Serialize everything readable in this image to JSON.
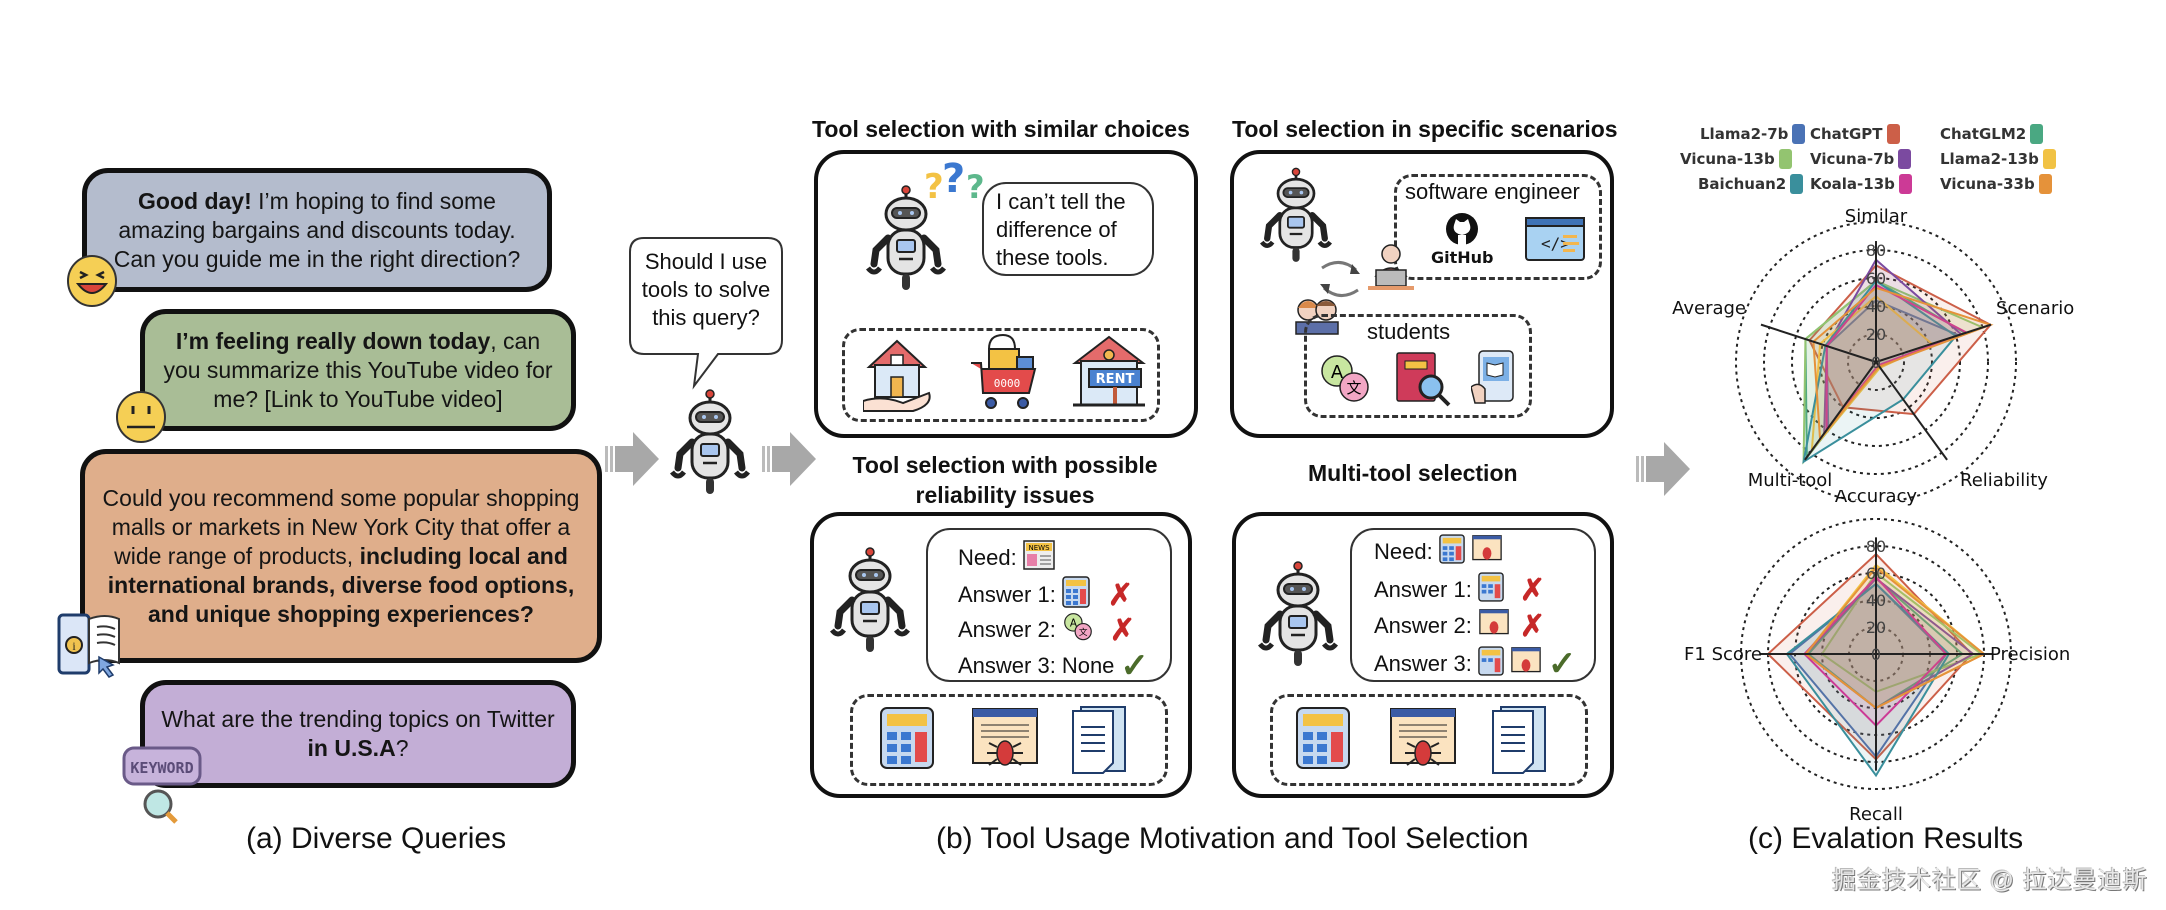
{
  "section_a": {
    "caption": "(a) Diverse Queries",
    "queries": [
      {
        "bold": "Good day!",
        "text": " I’m hoping to find some amazing bargains and discounts today. Can you guide me in the right direction?",
        "color": "#b4bccd",
        "icon": "laughing-face-icon"
      },
      {
        "bold": "I’m feeling really down today",
        "text": ", can you summarize this YouTube video for me? [Link to YouTube video]",
        "color": "#a9bd96",
        "icon": "neutral-face-icon"
      },
      {
        "pre": "Could you recommend some popular shopping malls or markets in New York City that offer a wide range of products, ",
        "bold": "including local and international brands, diverse food options, and unique shopping experiences?",
        "color": "#dfae8b",
        "icon": "info-document-icon"
      },
      {
        "pre": "What are the trending topics on Twitter ",
        "bold": "in U.S.A",
        "text": "?",
        "color": "#c3aed6",
        "icon": "keyword-search-icon",
        "icon_label": "KEYWORD"
      }
    ]
  },
  "section_b": {
    "caption": "(b) Tool Usage Motivation and Tool Selection",
    "robot_question": "Should I use tools to solve this query?",
    "panels": {
      "similar": {
        "title": "Tool selection with similar choices",
        "speech": "I can’t tell the difference of these tools.",
        "tools": [
          "house-in-hand-icon",
          "shopping-cart-icon",
          "rent-house-icon"
        ],
        "rent_label": "RENT"
      },
      "scenarios": {
        "title": "Tool selection in specific scenarios",
        "groups": [
          {
            "label": "software engineer",
            "tools": [
              "github-icon",
              "code-window-icon"
            ],
            "github_label": "GitHub"
          },
          {
            "label": "students",
            "tools": [
              "translate-icon",
              "book-search-icon",
              "ebook-tablet-icon"
            ]
          }
        ]
      },
      "reliability": {
        "title": "Tool selection with possible reliability issues",
        "need_label": "Need:",
        "need_icon": "newspaper-icon",
        "answers": [
          {
            "label": "Answer 1:",
            "value": "",
            "icons": [
              "calculator-icon"
            ],
            "result": "wrong"
          },
          {
            "label": "Answer 2:",
            "value": "",
            "icons": [
              "translate-icon"
            ],
            "result": "wrong"
          },
          {
            "label": "Answer 3:",
            "value": "None",
            "icons": [],
            "result": "correct"
          }
        ],
        "tools": [
          "calculator-icon",
          "web-crawler-icon",
          "document-icon"
        ]
      },
      "multi": {
        "title": "Multi-tool selection",
        "need_label": "Need:",
        "need_icons": [
          "calculator-icon",
          "web-crawler-icon"
        ],
        "answers": [
          {
            "label": "Answer 1:",
            "icons": [
              "calculator-icon"
            ],
            "result": "wrong"
          },
          {
            "label": "Answer 2:",
            "icons": [
              "web-crawler-icon"
            ],
            "result": "wrong"
          },
          {
            "label": "Answer 3:",
            "icons": [
              "calculator-icon",
              "web-crawler-icon"
            ],
            "result": "correct"
          }
        ],
        "tools": [
          "calculator-icon",
          "web-crawler-icon",
          "document-icon"
        ]
      }
    },
    "marks": {
      "wrong": "✗",
      "correct": "✓"
    },
    "news_label": "NEWS"
  },
  "section_c": {
    "caption": "(c) Evalation Results"
  },
  "chart_data": [
    {
      "type": "radar",
      "title": "",
      "axes": [
        "Similar",
        "Scenario",
        "Reliability",
        "Multi-tool",
        "Average"
      ],
      "rlim": [
        0,
        80
      ],
      "ticks": [
        0,
        20,
        40,
        60,
        80
      ],
      "grid": true,
      "legend_position": "top",
      "series": [
        {
          "name": "Llama2-7b",
          "color": "#4a72b5",
          "values": [
            44,
            62,
            3,
            58,
            37
          ]
        },
        {
          "name": "ChatGPT",
          "color": "#cc5f48",
          "values": [
            69,
            86,
            46,
            40,
            50
          ]
        },
        {
          "name": "ChatGLM2",
          "color": "#4aa882",
          "values": [
            58,
            67,
            4,
            84,
            53
          ]
        },
        {
          "name": "Vicuna-13b",
          "color": "#93c470",
          "values": [
            58,
            80,
            3,
            88,
            53
          ]
        },
        {
          "name": "Vicuna-7b",
          "color": "#7b4aa0",
          "values": [
            73,
            64,
            3,
            63,
            37
          ]
        },
        {
          "name": "Llama2-13b",
          "color": "#f1c244",
          "values": [
            47,
            42,
            5,
            78,
            42
          ]
        },
        {
          "name": "Baichuan2",
          "color": "#3a8f9c",
          "values": [
            58,
            60,
            33,
            88,
            38
          ]
        },
        {
          "name": "Koala-13b",
          "color": "#cc3a96",
          "values": [
            55,
            68,
            3,
            60,
            37
          ]
        },
        {
          "name": "Vicuna-33b",
          "color": "#e5923a",
          "values": [
            53,
            86,
            4,
            68,
            47
          ]
        }
      ]
    },
    {
      "type": "radar",
      "title": "",
      "axes": [
        "Accuracy",
        "Precision",
        "Recall",
        "F1 Score"
      ],
      "rlim": [
        0,
        80
      ],
      "ticks": [
        0,
        20,
        40,
        60,
        80
      ],
      "grid": true,
      "series": [
        {
          "name": "Llama2-7b",
          "color": "#4a72b5",
          "values": [
            52,
            52,
            76,
            64
          ]
        },
        {
          "name": "ChatGPT",
          "color": "#cc5f48",
          "values": [
            74,
            71,
            78,
            80
          ]
        },
        {
          "name": "ChatGLM2",
          "color": "#4aa882",
          "values": [
            56,
            64,
            40,
            50
          ]
        },
        {
          "name": "Vicuna-13b",
          "color": "#93c470",
          "values": [
            60,
            78,
            28,
            40
          ]
        },
        {
          "name": "Vicuna-7b",
          "color": "#7b4aa0",
          "values": [
            56,
            72,
            40,
            52
          ]
        },
        {
          "name": "Llama2-13b",
          "color": "#f1c244",
          "values": [
            66,
            80,
            40,
            52
          ]
        },
        {
          "name": "Baichuan2",
          "color": "#3a8f9c",
          "values": [
            52,
            54,
            90,
            66
          ]
        },
        {
          "name": "Koala-13b",
          "color": "#cc3a96",
          "values": [
            57,
            52,
            53,
            53
          ]
        },
        {
          "name": "Vicuna-33b",
          "color": "#e5923a",
          "values": [
            64,
            80,
            40,
            52
          ]
        }
      ]
    }
  ],
  "watermark": "掘金技术社区 @ 拉达曼迪斯"
}
